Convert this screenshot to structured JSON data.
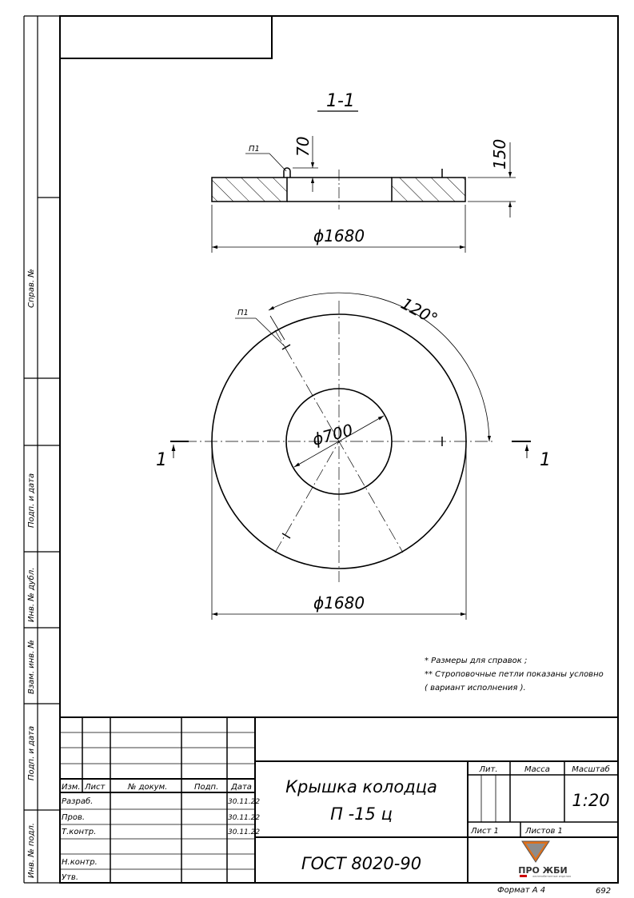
{
  "section_label": "1-1",
  "dims": {
    "loop_height": "70",
    "thickness": "150",
    "diameter_side": "ϕ1680",
    "angle": "120°",
    "inner_diameter": "ϕ700",
    "diameter_plan": "ϕ1680",
    "loop_callout_side": "П1",
    "loop_callout_plan": "П1",
    "cut_left": "1",
    "cut_right": "1"
  },
  "notes": [
    "* Размеры для справок ;",
    "** Строповочные петли показаны условно",
    "( вариант исполнения )."
  ],
  "side_stamps": {
    "sprav": "Справ. №",
    "podp_date_1": "Подп. и дата",
    "inv_dubl": "Инв. № дубл.",
    "vzam_inv": "Взам. инв. №",
    "podp_date_2": "Подп. и дата",
    "inv_podl": "Инв. № подл."
  },
  "title_block": {
    "headers": {
      "izm": "Изм.",
      "list": "Лист",
      "doc": "№ докум.",
      "sign": "Подп.",
      "date": "Дата"
    },
    "roles": [
      {
        "role": "Разраб.",
        "date": "30.11.22"
      },
      {
        "role": "Пров.",
        "date": "30.11.22"
      },
      {
        "role": "Т.контр.",
        "date": "30.11.22"
      },
      {
        "role": "",
        "date": ""
      },
      {
        "role": "Н.контр.",
        "date": ""
      },
      {
        "role": "Утв.",
        "date": ""
      }
    ],
    "name_line1": "Крышка колодца",
    "name_line2": "П -15 ц",
    "standard": "ГОСТ 8020-90",
    "lit": "Лит.",
    "mass": "Масса",
    "scale_label": "Масштаб",
    "scale_value": "1:20",
    "sheet": "Лист 1",
    "sheets": "Листов 1",
    "logo_text": "ПРО ЖБИ",
    "logo_sub": "железобетонные изделия"
  },
  "footer": {
    "format": "Формат А 4",
    "number": "692"
  }
}
